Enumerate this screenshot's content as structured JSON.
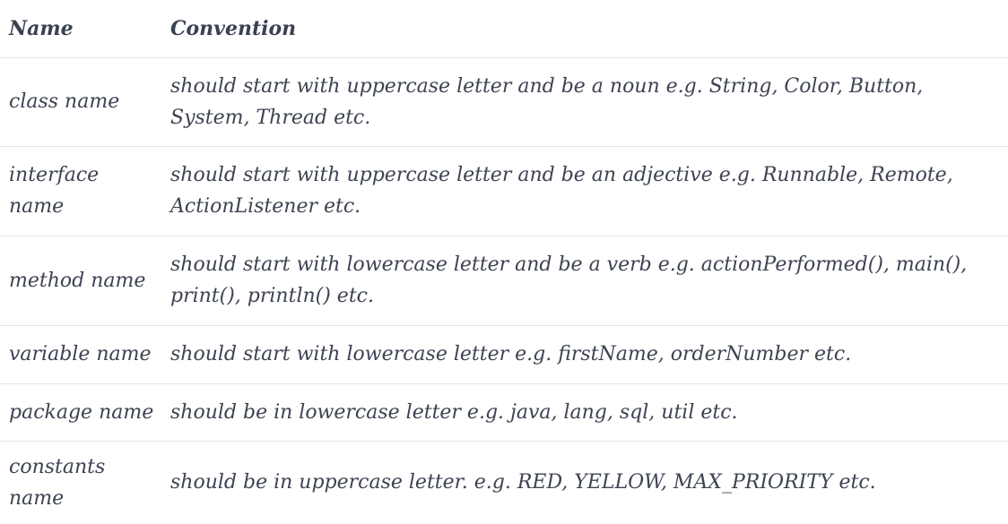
{
  "table": {
    "headers": {
      "name": "Name",
      "convention": "Convention"
    },
    "rows": [
      {
        "name": "class name",
        "convention": "should start with uppercase letter and be a noun e.g. String, Color, Button, System, Thread etc."
      },
      {
        "name": "interface name",
        "convention": "should start with uppercase letter and be an adjective e.g. Runnable, Remote, ActionListener etc."
      },
      {
        "name": "method name",
        "convention": "should start with lowercase letter and be a verb e.g. actionPerformed(), main(), print(), println() etc."
      },
      {
        "name": "variable name",
        "convention": "should start with lowercase letter e.g. firstName, orderNumber etc."
      },
      {
        "name": "package name",
        "convention": "should be in lowercase letter e.g. java, lang, sql, util etc."
      },
      {
        "name": "constants name",
        "convention": "should be in uppercase letter. e.g. RED, YELLOW, MAX_PRIORITY etc."
      }
    ]
  }
}
